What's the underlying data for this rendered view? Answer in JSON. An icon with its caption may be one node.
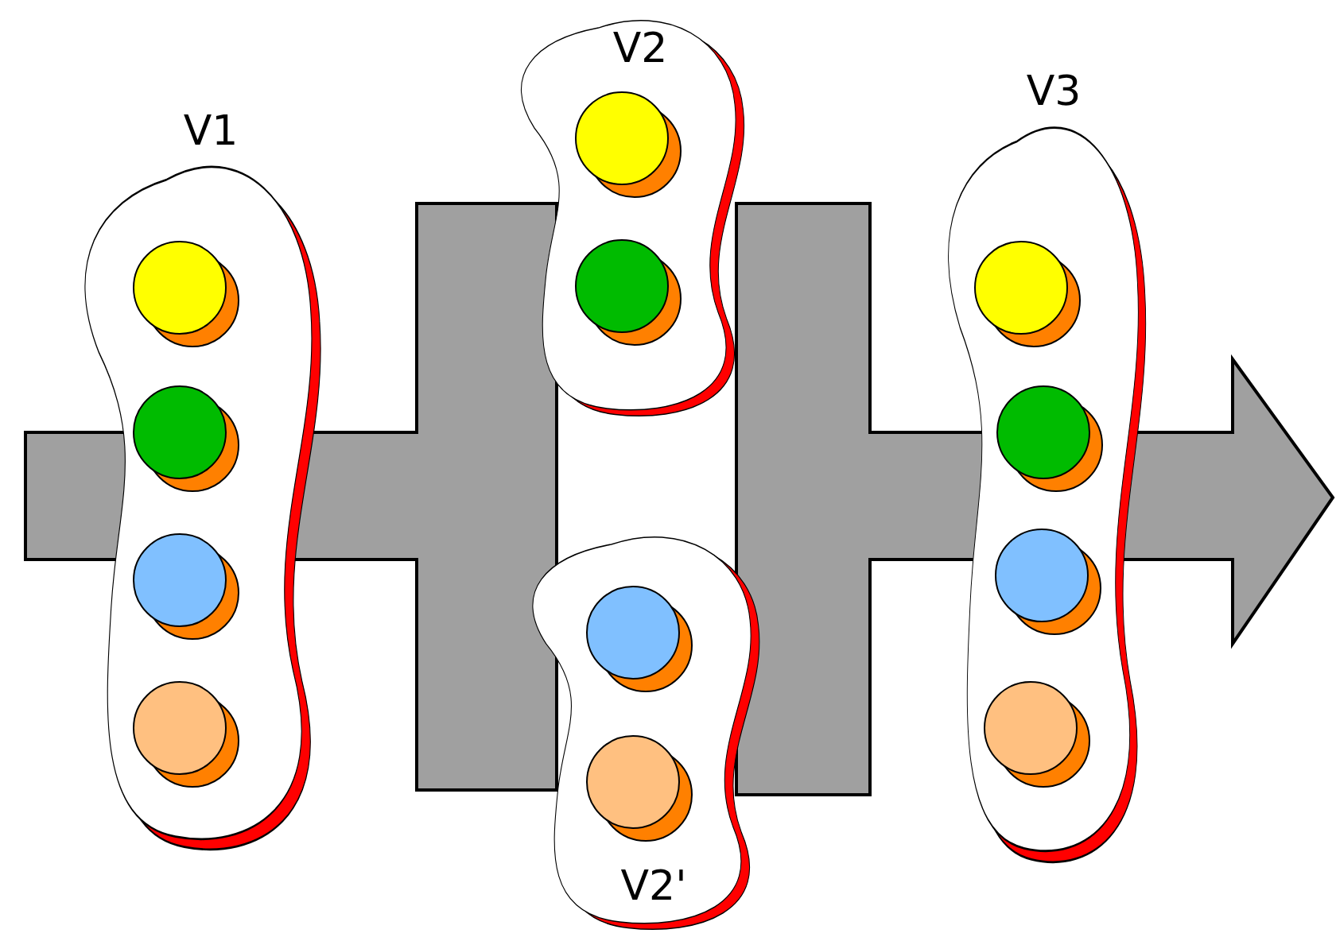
{
  "diagram": {
    "nodes": [
      {
        "text": [
          "V1"
        ]
      },
      {
        "text": [],
        "shape": "circle",
        "in": 0
      },
      {
        "text": [],
        "shape": "circle",
        "in": 0
      },
      {
        "text": [],
        "shape": "circle",
        "in": 0
      },
      {
        "text": [],
        "shape": "circle",
        "in": 0
      },
      {
        "text": [
          "V2"
        ]
      },
      {
        "text": [],
        "shape": "circle",
        "in": 5
      },
      {
        "text": [],
        "shape": "circle",
        "in": 5
      },
      {
        "text": [
          "V2'"
        ]
      },
      {
        "text": [],
        "shape": "circle",
        "in": 8
      },
      {
        "text": [],
        "shape": "circle",
        "in": 8
      },
      {
        "text": [
          "V3"
        ]
      },
      {
        "text": [],
        "shape": "circle",
        "in": 11
      },
      {
        "text": [],
        "shape": "circle",
        "in": 11
      },
      {
        "text": [],
        "shape": "circle",
        "in": 11
      },
      {
        "text": [],
        "shape": "circle",
        "in": 11
      }
    ]
  }
}
